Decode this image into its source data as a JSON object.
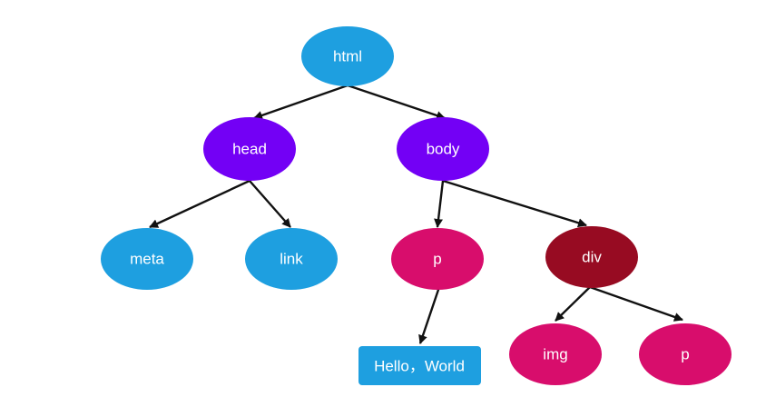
{
  "colors": {
    "blue": "#1e9fe0",
    "purple": "#7300f5",
    "magenta": "#d80d6c",
    "dark_red": "#970b22",
    "edge": "#111111",
    "text": "#ffffff"
  },
  "nodes": {
    "html": {
      "label": "html",
      "color": "blue"
    },
    "head": {
      "label": "head",
      "color": "purple"
    },
    "body": {
      "label": "body",
      "color": "purple"
    },
    "meta": {
      "label": "meta",
      "color": "blue"
    },
    "link": {
      "label": "link",
      "color": "blue"
    },
    "p1": {
      "label": "p",
      "color": "magenta"
    },
    "div": {
      "label": "div",
      "color": "dark_red"
    },
    "text": {
      "label": "Hello，World",
      "color": "blue"
    },
    "img": {
      "label": "img",
      "color": "magenta"
    },
    "p2": {
      "label": "p",
      "color": "magenta"
    }
  },
  "edges": [
    [
      "html",
      "head"
    ],
    [
      "html",
      "body"
    ],
    [
      "head",
      "meta"
    ],
    [
      "head",
      "link"
    ],
    [
      "body",
      "p1"
    ],
    [
      "body",
      "div"
    ],
    [
      "p1",
      "text"
    ],
    [
      "div",
      "img"
    ],
    [
      "div",
      "p2"
    ]
  ]
}
